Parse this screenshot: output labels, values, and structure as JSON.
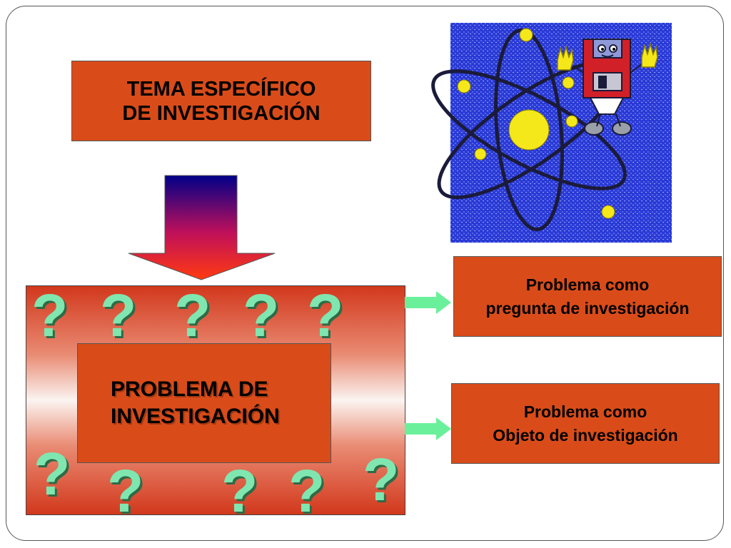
{
  "topic": {
    "line1": "TEMA ESPECÍFICO",
    "line2": "DE INVESTIGACIÓN"
  },
  "problem": {
    "line1": "PROBLEMA DE",
    "line2": "INVESTIGACIÓN",
    "question_marks": [
      "?",
      "?",
      "?",
      "?",
      "?",
      "?",
      "?",
      "?",
      "?",
      "?"
    ]
  },
  "outcomes": [
    {
      "line1": "Problema como",
      "line2": "pregunta de investigación"
    },
    {
      "line1": "Problema como",
      "line2": "Objeto de investigación"
    }
  ],
  "illustration": {
    "icon": "atom-floppy-disk-icon"
  },
  "colors": {
    "box_fill": "#d94c1a",
    "panel_gradient": [
      "#d2381c",
      "#fbf4f1"
    ],
    "arrow_gradient": [
      "#000088",
      "#ff2a10"
    ],
    "small_arrow": "#6af09a",
    "question_mark": "#7fe6b0"
  }
}
